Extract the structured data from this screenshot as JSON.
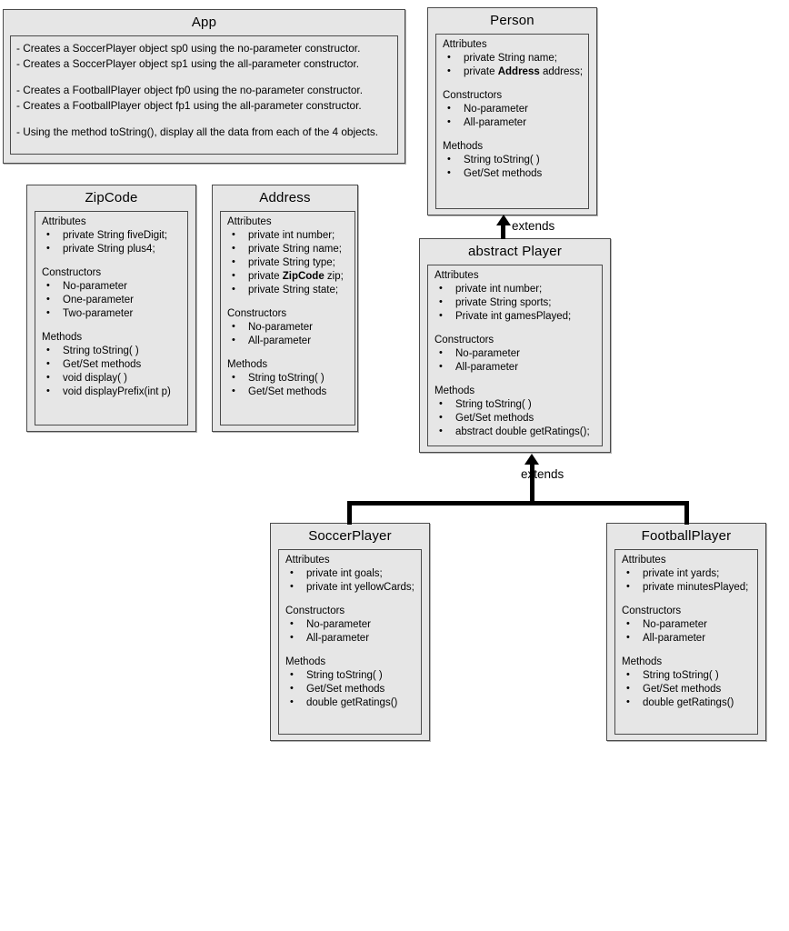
{
  "diagram": {
    "title": "UML Class Diagram",
    "fill_color": "#e6e6e6",
    "border_color": "#4a4a4a",
    "connector_color": "#000000"
  },
  "classes": {
    "app": {
      "name": "App",
      "lines": [
        "- Creates a SoccerPlayer object sp0 using the no-parameter constructor.",
        "- Creates a SoccerPlayer object sp1 using the all-parameter constructor.",
        "",
        "- Creates a FootballPlayer object fp0 using the no-parameter constructor.",
        "- Creates a FootballPlayer object fp1 using the all-parameter constructor.",
        "",
        "- Using the method toString(), display all the data from each of the 4 objects."
      ]
    },
    "person": {
      "name": "Person",
      "sections": [
        {
          "heading": "Attributes",
          "items": [
            {
              "pre": "private String name;",
              "bold": "",
              "post": ""
            },
            {
              "pre": "private ",
              "bold": "Address",
              "post": " address;"
            }
          ]
        },
        {
          "heading": "Constructors",
          "items": [
            {
              "pre": "No-parameter",
              "bold": "",
              "post": ""
            },
            {
              "pre": "All-parameter",
              "bold": "",
              "post": ""
            }
          ]
        },
        {
          "heading": "Methods",
          "items": [
            {
              "pre": "String toString( )",
              "bold": "",
              "post": ""
            },
            {
              "pre": "Get/Set methods",
              "bold": "",
              "post": ""
            }
          ]
        }
      ]
    },
    "zipcode": {
      "name": "ZipCode",
      "sections": [
        {
          "heading": "Attributes",
          "items": [
            {
              "pre": "private String fiveDigit;",
              "bold": "",
              "post": ""
            },
            {
              "pre": "private String plus4;",
              "bold": "",
              "post": ""
            }
          ]
        },
        {
          "heading": "Constructors",
          "items": [
            {
              "pre": "No-parameter",
              "bold": "",
              "post": ""
            },
            {
              "pre": "One-parameter",
              "bold": "",
              "post": ""
            },
            {
              "pre": "Two-parameter",
              "bold": "",
              "post": ""
            }
          ]
        },
        {
          "heading": "Methods",
          "items": [
            {
              "pre": "String toString( )",
              "bold": "",
              "post": ""
            },
            {
              "pre": "Get/Set methods",
              "bold": "",
              "post": ""
            },
            {
              "pre": "void display( )",
              "bold": "",
              "post": ""
            },
            {
              "pre": "void displayPrefix(int p)",
              "bold": "",
              "post": ""
            }
          ]
        }
      ]
    },
    "address": {
      "name": "Address",
      "sections": [
        {
          "heading": "Attributes",
          "items": [
            {
              "pre": "private int number;",
              "bold": "",
              "post": ""
            },
            {
              "pre": "private String name;",
              "bold": "",
              "post": ""
            },
            {
              "pre": "private String type;",
              "bold": "",
              "post": ""
            },
            {
              "pre": "private ",
              "bold": "ZipCode",
              "post": " zip;"
            },
            {
              "pre": "private String state;",
              "bold": "",
              "post": ""
            }
          ]
        },
        {
          "heading": "Constructors",
          "items": [
            {
              "pre": "No-parameter",
              "bold": "",
              "post": ""
            },
            {
              "pre": "All-parameter",
              "bold": "",
              "post": ""
            }
          ]
        },
        {
          "heading": "Methods",
          "items": [
            {
              "pre": "String toString( )",
              "bold": "",
              "post": ""
            },
            {
              "pre": "Get/Set methods",
              "bold": "",
              "post": ""
            }
          ]
        }
      ]
    },
    "player": {
      "name": "abstract Player",
      "sections": [
        {
          "heading": "Attributes",
          "items": [
            {
              "pre": "private int number;",
              "bold": "",
              "post": ""
            },
            {
              "pre": "private String sports;",
              "bold": "",
              "post": ""
            },
            {
              "pre": "Private int gamesPlayed;",
              "bold": "",
              "post": ""
            }
          ]
        },
        {
          "heading": "Constructors",
          "items": [
            {
              "pre": "No-parameter",
              "bold": "",
              "post": ""
            },
            {
              "pre": "All-parameter",
              "bold": "",
              "post": ""
            }
          ]
        },
        {
          "heading": "Methods",
          "items": [
            {
              "pre": "String toString( )",
              "bold": "",
              "post": ""
            },
            {
              "pre": "Get/Set methods",
              "bold": "",
              "post": ""
            },
            {
              "pre": "abstract double getRatings();",
              "bold": "",
              "post": ""
            }
          ]
        }
      ]
    },
    "soccerplayer": {
      "name": "SoccerPlayer",
      "sections": [
        {
          "heading": "Attributes",
          "items": [
            {
              "pre": "private int goals;",
              "bold": "",
              "post": ""
            },
            {
              "pre": "private int yellowCards;",
              "bold": "",
              "post": ""
            }
          ]
        },
        {
          "heading": "Constructors",
          "items": [
            {
              "pre": "No-parameter",
              "bold": "",
              "post": ""
            },
            {
              "pre": "All-parameter",
              "bold": "",
              "post": ""
            }
          ]
        },
        {
          "heading": "Methods",
          "items": [
            {
              "pre": "String toString( )",
              "bold": "",
              "post": ""
            },
            {
              "pre": "Get/Set methods",
              "bold": "",
              "post": ""
            },
            {
              "pre": "double getRatings()",
              "bold": "",
              "post": ""
            }
          ]
        }
      ]
    },
    "footballplayer": {
      "name": "FootballPlayer",
      "sections": [
        {
          "heading": "Attributes",
          "items": [
            {
              "pre": "private int yards;",
              "bold": "",
              "post": ""
            },
            {
              "pre": "private minutesPlayed;",
              "bold": "",
              "post": ""
            }
          ]
        },
        {
          "heading": "Constructors",
          "items": [
            {
              "pre": "No-parameter",
              "bold": "",
              "post": ""
            },
            {
              "pre": "All-parameter",
              "bold": "",
              "post": ""
            }
          ]
        },
        {
          "heading": "Methods",
          "items": [
            {
              "pre": "String toString( )",
              "bold": "",
              "post": ""
            },
            {
              "pre": "Get/Set methods",
              "bold": "",
              "post": ""
            },
            {
              "pre": "double getRatings()",
              "bold": "",
              "post": ""
            }
          ]
        }
      ]
    }
  },
  "relationships": [
    {
      "id": "player-extends-person",
      "label": "extends",
      "from": "abstract Player",
      "to": "Person"
    },
    {
      "id": "subclasses-extend-player",
      "label": "extends",
      "from": "SoccerPlayer, FootballPlayer",
      "to": "abstract Player"
    }
  ]
}
